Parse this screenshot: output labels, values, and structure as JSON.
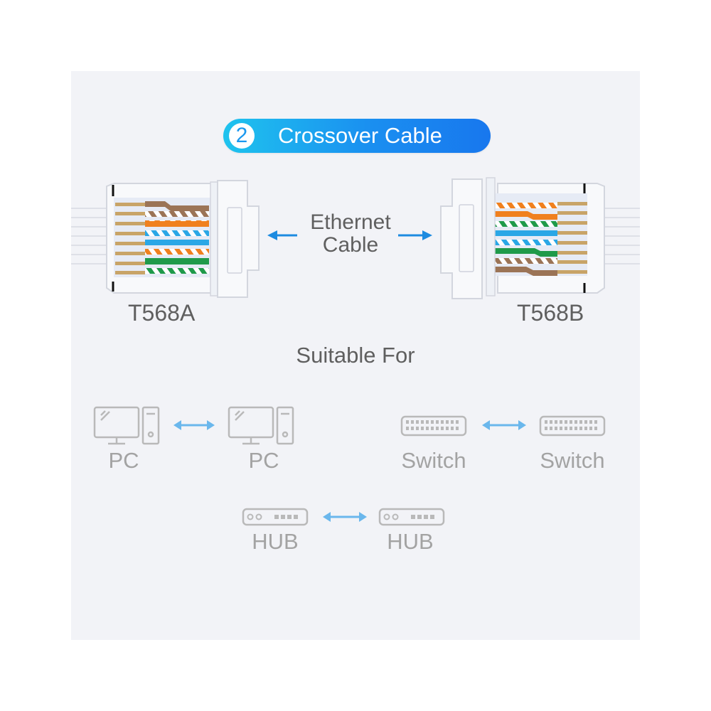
{
  "header": {
    "number": "2",
    "title": "Crossover Cable"
  },
  "connectors": {
    "left_standard": "T568A",
    "right_standard": "T568B",
    "middle_label_line1": "Ethernet",
    "middle_label_line2": "Cable"
  },
  "suitable_for": {
    "title": "Suitable For",
    "pairs": [
      {
        "left": "PC",
        "right": "PC"
      },
      {
        "left": "Switch",
        "right": "Switch"
      },
      {
        "left": "HUB",
        "right": "HUB"
      }
    ]
  },
  "colors": {
    "accent_start": "#1fc3ee",
    "accent_end": "#1877ee",
    "arrow_blue": "#1d8be0",
    "device_arrow": "#6ab7ec",
    "wire_brown": "#9b7456",
    "wire_orange": "#f0801e",
    "wire_blue": "#2aa7e6",
    "wire_green": "#1f9a4a",
    "wire_tan": "#c8a467"
  }
}
